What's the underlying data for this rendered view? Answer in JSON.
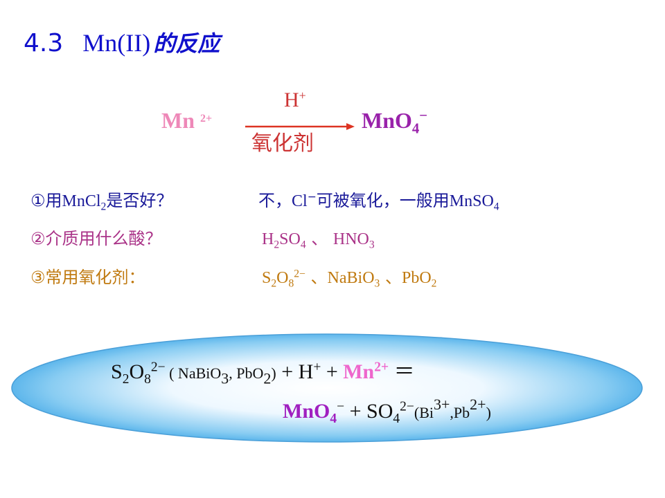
{
  "title": {
    "number": "4.3",
    "main": "Mn(II)",
    "cn": "的反应"
  },
  "scheme": {
    "reactant": "Mn",
    "reactant_charge": "2+",
    "above_arrow": "H",
    "above_arrow_sup": "+",
    "below_arrow": "氧化剂",
    "product_base": "MnO",
    "product_sub": "4",
    "product_charge": "−",
    "arrow_color": "#dd3322"
  },
  "questions": [
    {
      "q_prefix": "①用",
      "q_formula": "MnCl",
      "q_sub": "2",
      "q_suffix": "是否好？",
      "a_text": "不，",
      "a_f1": "Cl",
      "a_sup": "−",
      "a_mid": "可被氧化，一般用",
      "a_f2": "MnSO",
      "a_sub": "4"
    },
    {
      "q_text": "②介质用什么酸？",
      "a1": "H",
      "a1_sub": "2",
      "a2": "SO",
      "a2_sub": "4",
      "sep": " 、 ",
      "a3": "HNO",
      "a3_sub": "3"
    },
    {
      "q_text": "③常用氧化剂：",
      "a1": "S",
      "a1_sub": "2",
      "a2": "O",
      "a2_sub": "8",
      "a2_sup": "2−",
      "sep1": " 、",
      "a3": "NaBiO",
      "a3_sub": "3",
      "sep2": " 、",
      "a4": "PbO",
      "a4_sub": "2"
    }
  ],
  "equation": {
    "l1_s": "S",
    "l1_s_sub": "2",
    "l1_o": "O",
    "l1_o_sub": "8",
    "l1_sup": "2−",
    "l1_paren_open": " ( NaBiO",
    "l1_p_sub": "3",
    "l1_paren_mid": ",  PbO",
    "l1_p_sub2": "2",
    "l1_paren_close": ")",
    "l1_plus_h": "  + H",
    "l1_h_sup": "+",
    "l1_plus": " + ",
    "l1_mn": "Mn",
    "l1_mn_sup": "2+",
    "l1_eq": " ＝",
    "l2_mno": "MnO",
    "l2_mno_sub": "4",
    "l2_mno_sup": "−",
    "l2_plus": " + SO",
    "l2_so_sub": "4",
    "l2_so_sup": "2−",
    "l2_paren": "(Bi",
    "l2_bi_sup": "3+",
    "l2_comma": ",Pb",
    "l2_pb_sup": "2+",
    "l2_close": ")"
  }
}
